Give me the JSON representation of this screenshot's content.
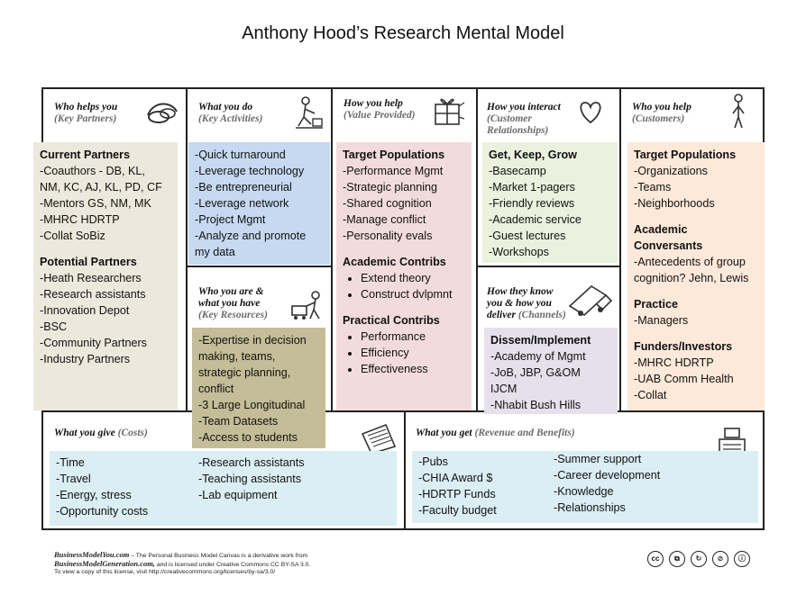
{
  "title": "Anthony Hood’s Research Mental Model",
  "sections": {
    "partners": {
      "head": "Who helps you",
      "sub": "(Key Partners)"
    },
    "activities": {
      "head": "What you do",
      "sub": "(Key Activities)"
    },
    "value": {
      "head": "How you help",
      "sub": "(Value Provided)"
    },
    "interact": {
      "head": "How you interact",
      "sub1": "(Customer",
      "sub2": "Relationships)"
    },
    "customers": {
      "head": "Who you help",
      "sub": "(Customers)"
    },
    "resources": {
      "head1": "Who you are &",
      "head2": "what you have",
      "sub": "(Key Resources)"
    },
    "channels": {
      "head1": "How they know",
      "head2": "you & how you",
      "head3": "deliver",
      "sub": "(Channels)"
    },
    "costs": {
      "head": "What you give",
      "sub": "(Costs)"
    },
    "revenue": {
      "head": "What you get",
      "sub": "(Revenue and Benefits)"
    }
  },
  "partners_note": {
    "h1": "Current Partners",
    "lines1": [
      "-Coauthors - DB, KL,",
      "NM, KC, AJ, KL, PD, CF",
      "-Mentors GS, NM, MK",
      "-MHRC HDRTP",
      "-Collat SoBiz"
    ],
    "h2": "Potential Partners",
    "lines2": [
      "-Heath Researchers",
      "-Research assistants",
      "-Innovation Depot",
      "-BSC",
      "-Community  Partners",
      "-Industry Partners"
    ]
  },
  "activities_note": {
    "lines": [
      "-Quick turnaround",
      "-Leverage technology",
      "-Be entrepreneurial",
      "-Leverage network",
      "-Project Mgmt",
      "-Analyze and promote",
      "my data"
    ]
  },
  "value_note": {
    "h1": "Target Populations",
    "lines1": [
      "-Performance Mgmt",
      "-Strategic planning",
      "-Shared cognition",
      "-Manage conflict",
      "-Personality evals"
    ],
    "h2": "Academic Contribs",
    "bullets2": [
      "Extend theory",
      "Construct dvlpmnt"
    ],
    "h3": "Practical Contribs",
    "bullets3": [
      "Performance",
      "Efficiency",
      "Effectiveness"
    ]
  },
  "interact_note": {
    "h1": "Get, Keep, Grow",
    "lines": [
      "-Basecamp",
      "-Market 1-pagers",
      "-Friendly reviews",
      "-Academic service",
      "-Guest lectures",
      "-Workshops"
    ]
  },
  "customers_note": {
    "h1": "Target Populations",
    "lines1": [
      "-Organizations",
      "-Teams",
      "-Neighborhoods"
    ],
    "h2": "Academic Conversants",
    "lines2": [
      "-Antecedents of group",
      "cognition? Jehn, Lewis"
    ],
    "h3": "Practice",
    "lines3": [
      "-Managers"
    ],
    "h4": "Funders/Investors",
    "lines4": [
      "-MHRC HDRTP",
      "-UAB Comm  Health",
      "-Collat"
    ]
  },
  "resources_note": {
    "lines": [
      "-Expertise in decision",
      "making, teams,",
      "strategic planning,",
      "conflict",
      "-3 Large Longitudinal",
      "-Team Datasets",
      "-Access to students"
    ]
  },
  "channels_note": {
    "h1": "Dissem/Implement",
    "lines": [
      "-Academy of Mgmt",
      "-JoB, JBP, G&OM",
      "IJCM",
      "-Nhabit Bush Hills"
    ]
  },
  "costs_note": {
    "col1": [
      "-Time",
      "-Travel",
      "-Energy, stress",
      "-Opportunity  costs"
    ],
    "col2": [
      "-Research assistants",
      "-Teaching assistants",
      "-Lab equipment"
    ]
  },
  "revenue_note": {
    "col1": [
      "-Pubs",
      "-CHIA Award $",
      "-HDRTP Funds",
      "-Faculty budget"
    ],
    "col2": [
      "-Summer  support",
      "-Career development",
      "-Knowledge",
      "-Relationships"
    ]
  },
  "footer": {
    "brand1": "BusinessModelYou.com",
    "text1": " – The Personal Business Model Canvas is a derivative work from",
    "brand2": "BusinessModelGeneration.com,",
    "text2": " and is licensed under Creative Commons CC BY-SA 3.0.",
    "text3": "To view a copy of this license, visit http://creativecommons.org/licenses/by-sa/3.0/"
  },
  "license_icons": [
    "cc-icon",
    "attribution-copy-icon",
    "share-alike-icon",
    "noncommercial-icon",
    "person-icon"
  ],
  "colors": {
    "partners": "#ece8dc",
    "activities": "#c6d9f1",
    "value": "#f2dcdb",
    "interact": "#ebf1de",
    "customers": "#fde9d9",
    "resources": "#c4bd97",
    "channels": "#e5e0ec",
    "costs": "#daeef3",
    "revenue": "#dbeef4"
  }
}
